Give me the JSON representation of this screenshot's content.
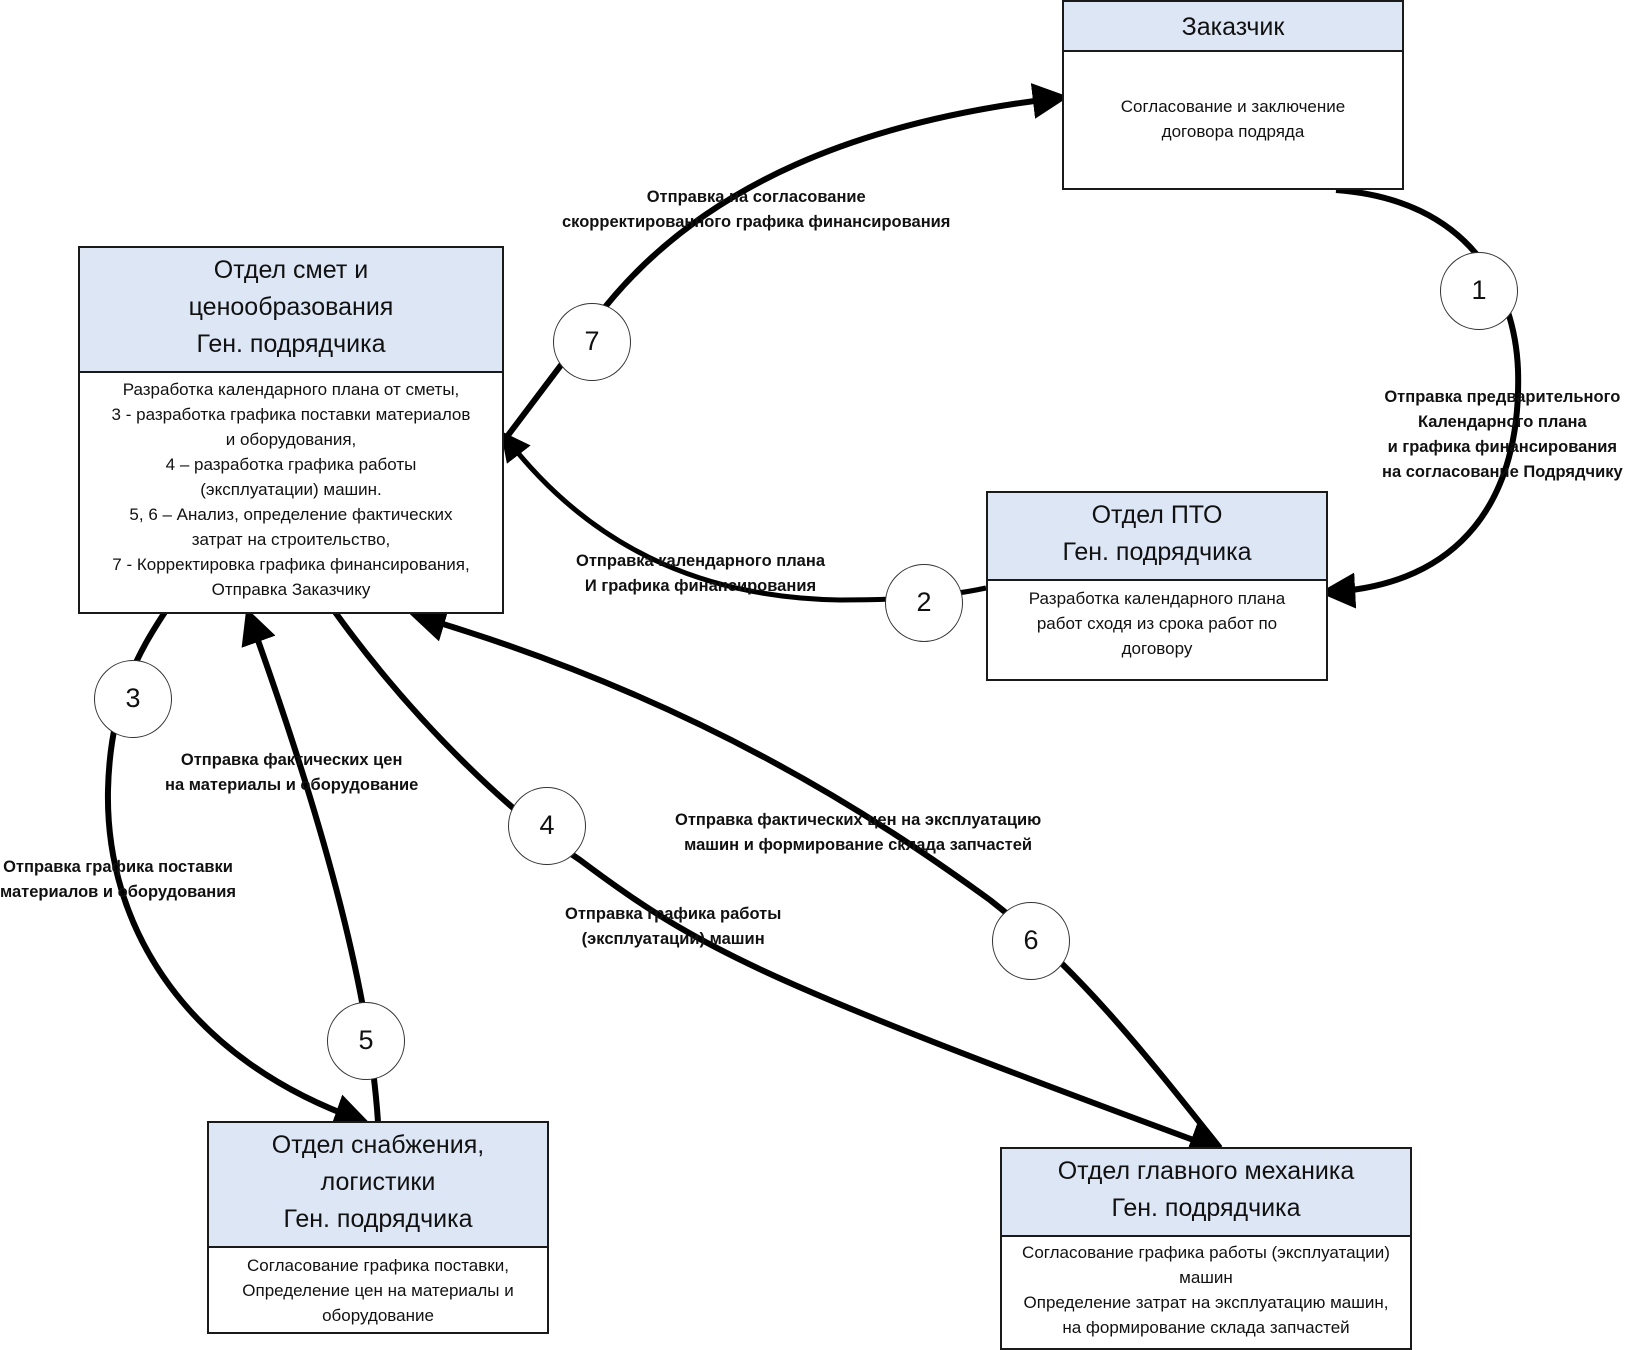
{
  "boxes": {
    "customer": {
      "title": [
        "Заказчик"
      ],
      "body": [
        "Согласование и заключение",
        "договора подряда"
      ]
    },
    "estimates": {
      "title": [
        "Отдел смет и",
        "ценообразования",
        "Ген. подрядчика"
      ],
      "body": [
        "Разработка календарного плана от сметы,",
        "3 - разработка графика поставки материалов",
        "и оборудования,",
        "4 – разработка графика работы",
        "(эксплуатации) машин.",
        "5, 6 –  Анализ, определение фактических",
        "затрат на строительство,",
        "7 - Корректировка графика финансирования,",
        "Отправка Заказчику"
      ]
    },
    "pto": {
      "title": [
        "Отдел ПТО",
        "Ген. подрядчика"
      ],
      "body": [
        "Разработка календарного плана",
        "работ сходя из срока работ по",
        "договору"
      ]
    },
    "supply": {
      "title": [
        "Отдел снабжения,",
        "логистики",
        "Ген. подрядчика"
      ],
      "body": [
        "Согласование графика поставки,",
        "Определение цен на материалы и",
        "оборудование"
      ]
    },
    "mechanic": {
      "title": [
        "Отдел главного механика",
        "Ген. подрядчика"
      ],
      "body": [
        "Согласование графика работы (эксплуатации)",
        "машин",
        "Определение затрат на эксплуатацию машин,",
        "на формирование склада запчастей"
      ]
    }
  },
  "steps": [
    "1",
    "2",
    "3",
    "4",
    "5",
    "6",
    "7"
  ],
  "labels": {
    "l1": [
      "Отправка предварительного",
      "Календарного плана",
      "и графика финансирования",
      "на согласование Подрядчику"
    ],
    "l2": [
      "Отправка календарного плана",
      "И графика финансирования"
    ],
    "l3": [
      "Отправка графика поставки",
      "материалов и оборудования"
    ],
    "l4": [
      "Отправка графика работы",
      "(эксплуатации) машин"
    ],
    "l5": [
      "Отправка фактических цен",
      "на материалы и оборудование"
    ],
    "l6": [
      "Отправка фактических цен на эксплуатацию",
      "машин и формирование склада запчастей"
    ],
    "l7": [
      "Отправка на согласование",
      "скорректированного графика финансирования"
    ]
  }
}
